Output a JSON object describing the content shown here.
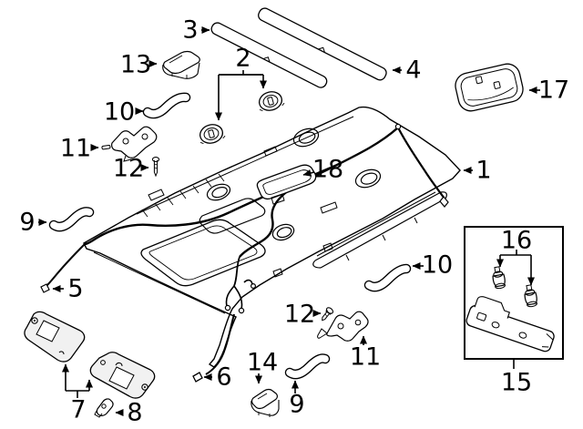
{
  "figure": {
    "type": "exploded-parts-diagram"
  },
  "colors": {
    "background": "#ffffff",
    "line": "#000000",
    "visor_fill": "#f1f1f1"
  },
  "callouts": {
    "c1": "1",
    "c2": "2",
    "c3": "3",
    "c4": "4",
    "c5": "5",
    "c6": "6",
    "c7": "7",
    "c8": "8",
    "c9a": "9",
    "c9b": "9",
    "c10a": "10",
    "c10b": "10",
    "c11a": "11",
    "c11b": "11",
    "c12a": "12",
    "c12b": "12",
    "c13": "13",
    "c14": "14",
    "c15": "15",
    "c16": "16",
    "c17": "17",
    "c18": "18"
  }
}
